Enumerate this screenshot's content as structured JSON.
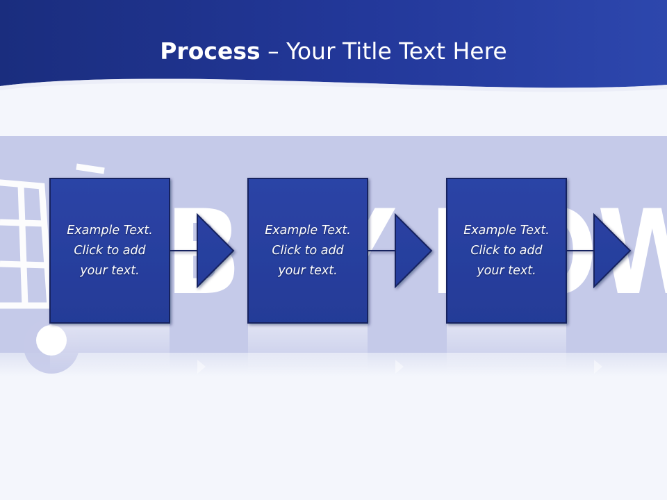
{
  "title": {
    "bold": "Process",
    "rest": " – Your Title Text Here"
  },
  "steps": [
    {
      "lines": [
        "Example Text.",
        "Click  to add",
        "your text."
      ]
    },
    {
      "lines": [
        "Example Text.",
        "Click  to add",
        "your text."
      ]
    },
    {
      "lines": [
        "Example Text.",
        "Click  to add",
        "your text."
      ]
    }
  ],
  "colors": {
    "header_dark": "#1a2d7e",
    "header_light": "#2d47ad",
    "box_fill": "#2a41a1",
    "box_border": "#13205e",
    "band": "#c5cae9",
    "background": "#f4f6fc"
  },
  "background_text": "BUY NOW"
}
